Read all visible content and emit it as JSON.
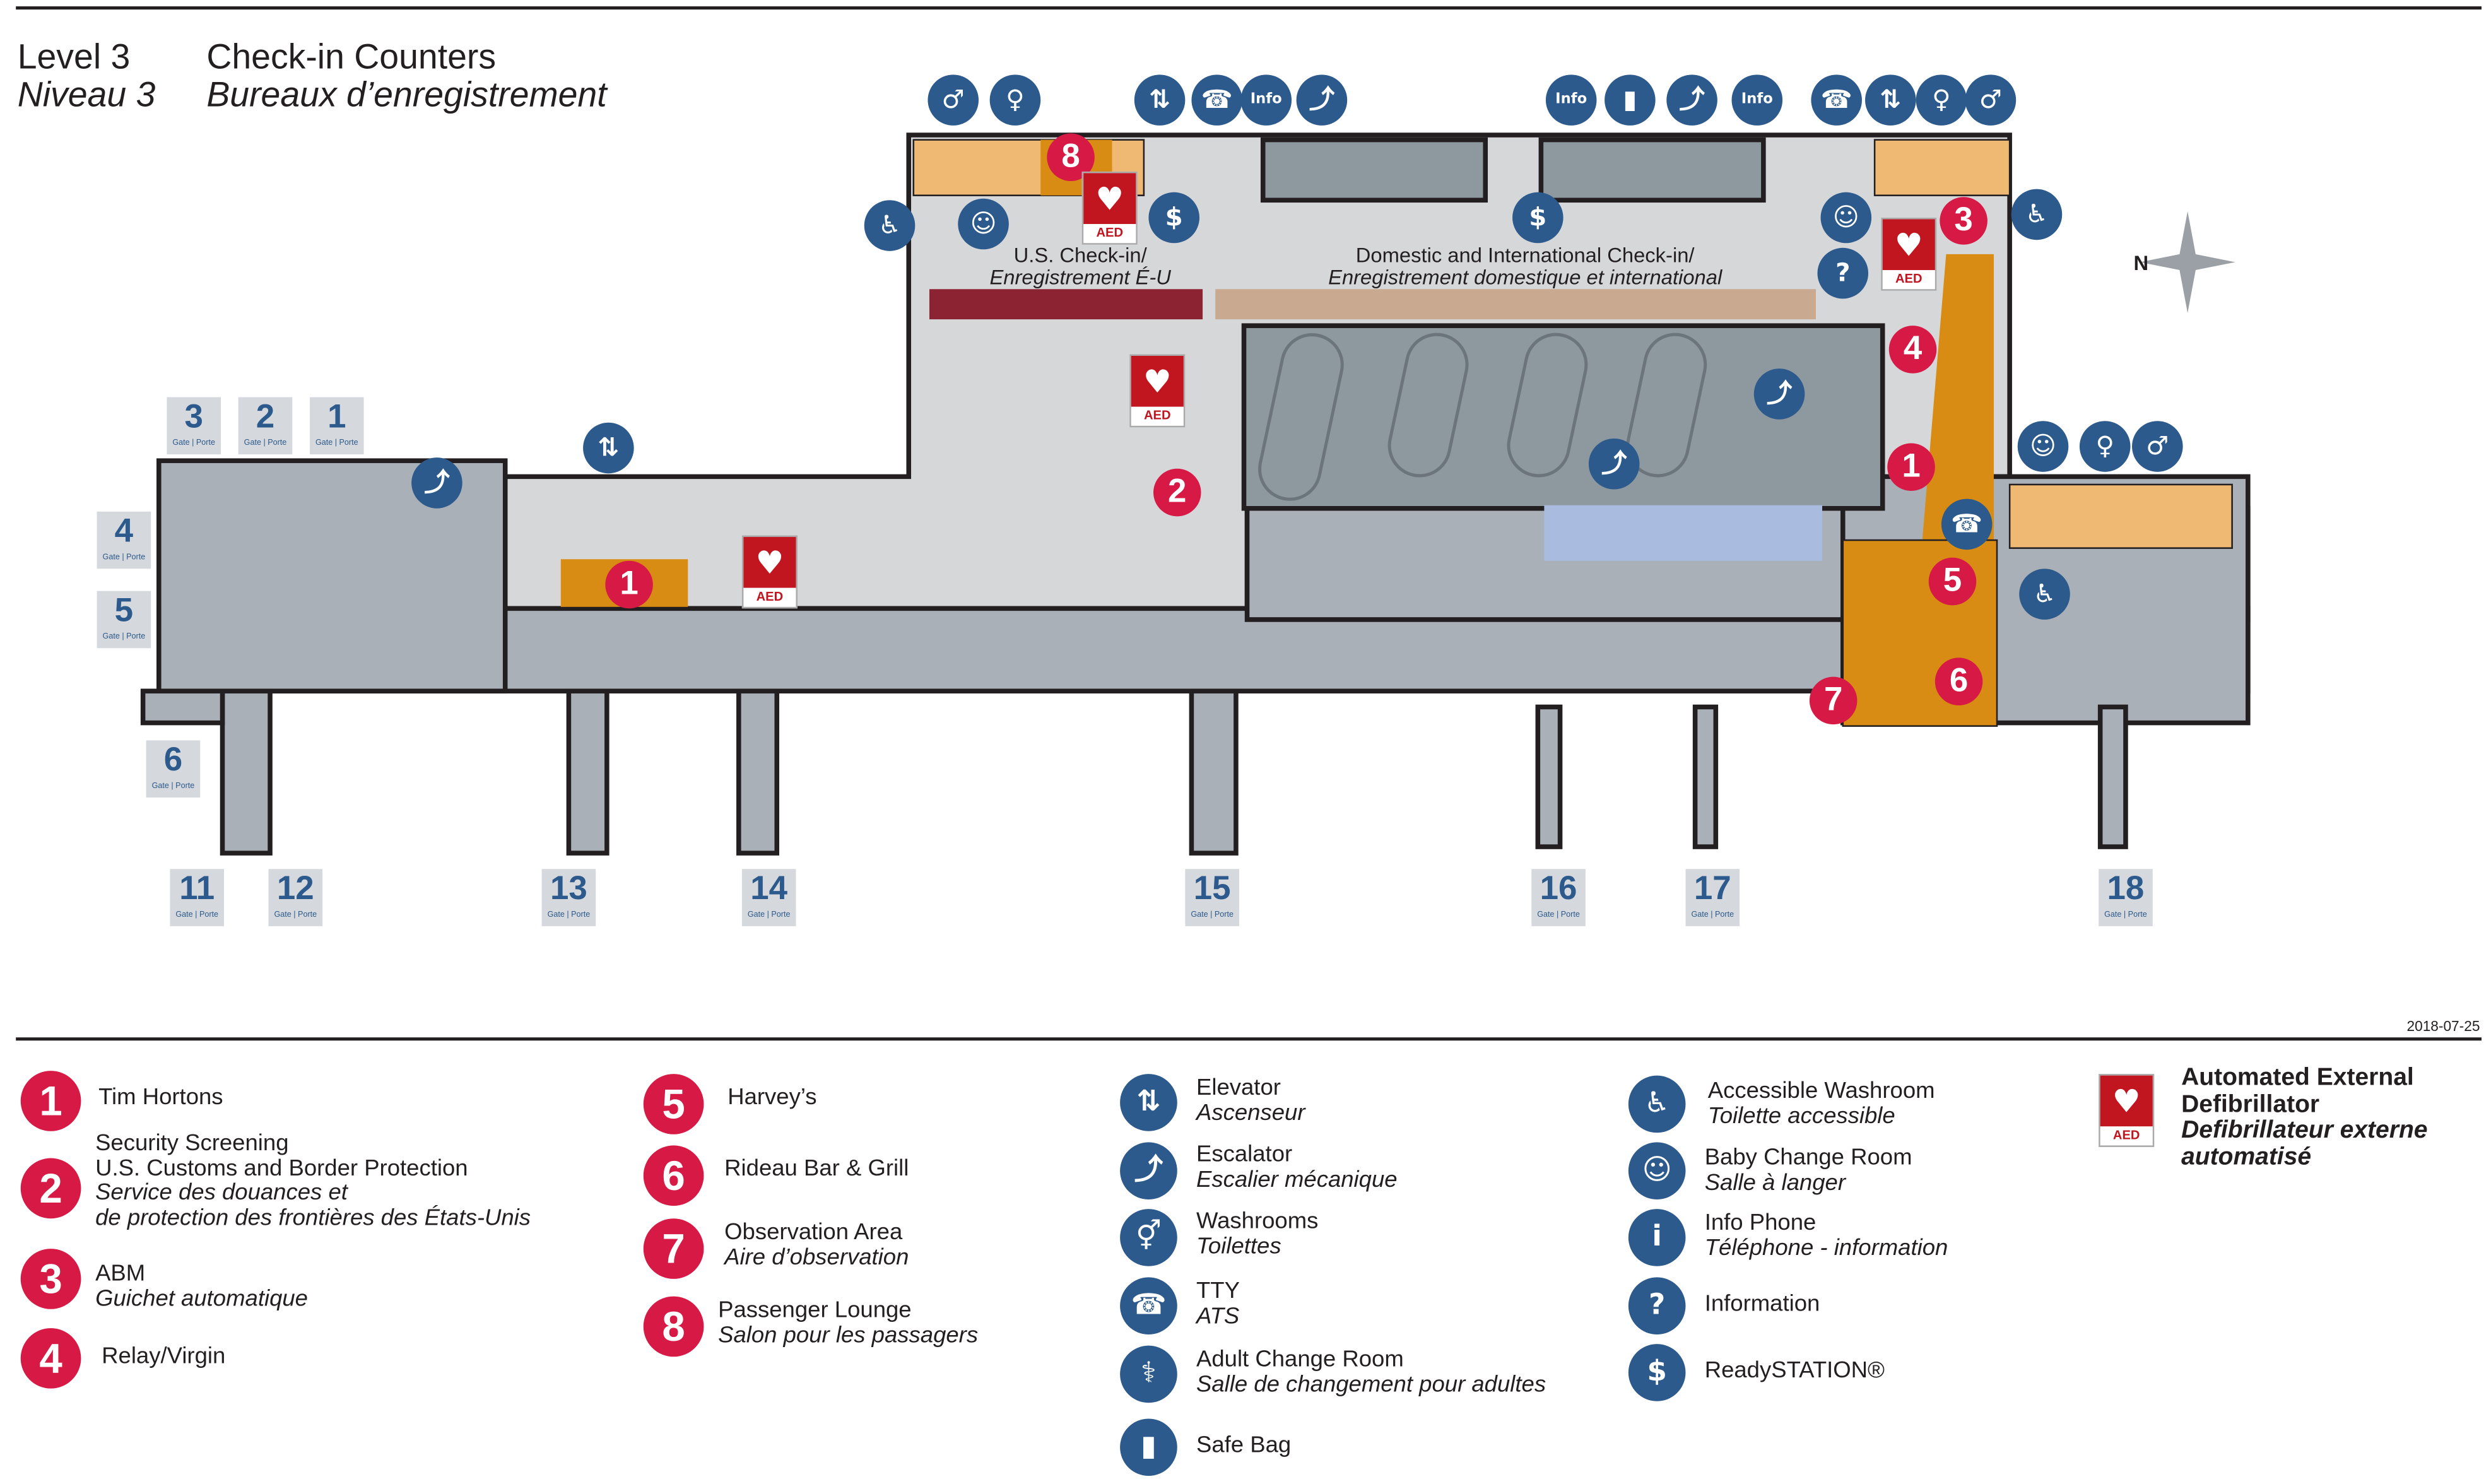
{
  "header": {
    "level_en": "Level 3",
    "level_fr": "Niveau 3",
    "title_en": "Check-in Counters",
    "title_fr": "Bureaux d’enregistrement"
  },
  "map": {
    "compass": "N",
    "us_checkin_en": "U.S. Check-in/",
    "us_checkin_fr": "Enregistrement É-U",
    "dom_checkin_en": "Domestic and International Check-in/",
    "dom_checkin_fr": "Enregistrement domestique et international",
    "aed_label": "AED",
    "gate_sub": "Gate | Porte",
    "gates": [
      "3",
      "2",
      "1",
      "4",
      "5",
      "6",
      "11",
      "12",
      "13",
      "14",
      "15",
      "16",
      "17",
      "18"
    ],
    "markers": [
      "8",
      "3",
      "4",
      "2",
      "1",
      "1",
      "5",
      "6",
      "7"
    ],
    "colors": {
      "icon_blue": "#2c5a8c",
      "marker_red": "#d71a45",
      "restaurant_orange": "#d98c13",
      "washroom_tan": "#efb873",
      "us_counter": "#8b2332",
      "dom_counter": "#c9a990",
      "aed_red": "#c1151f"
    }
  },
  "date": "2018-07-25",
  "legend": {
    "places": [
      {
        "num": "1",
        "en": "Tim Hortons",
        "fr": ""
      },
      {
        "num": "2",
        "pre": "Security Screening",
        "en": "U.S. Customs and Border Protection",
        "fr": "Service des douances et",
        "fr2": "de protection des frontières des États-Unis"
      },
      {
        "num": "3",
        "en": "ABM",
        "fr": "Guichet automatique"
      },
      {
        "num": "4",
        "en": "Relay/Virgin",
        "fr": ""
      },
      {
        "num": "5",
        "en": "Harvey’s",
        "fr": ""
      },
      {
        "num": "6",
        "en": "Rideau Bar & Grill",
        "fr": ""
      },
      {
        "num": "7",
        "en": "Observation Area",
        "fr": "Aire d’observation"
      },
      {
        "num": "8",
        "en": "Passenger Lounge",
        "fr": "Salon pour les passagers"
      }
    ],
    "services": [
      {
        "icon": "elevator-icon",
        "en": "Elevator",
        "fr": "Ascenseur"
      },
      {
        "icon": "escalator-icon",
        "en": "Escalator",
        "fr": "Escalier mécanique"
      },
      {
        "icon": "washrooms-icon",
        "en": "Washrooms",
        "fr": "Toilettes"
      },
      {
        "icon": "tty-icon",
        "en": "TTY",
        "fr": "ATS"
      },
      {
        "icon": "adult-change-room-icon",
        "en": "Adult Change Room",
        "fr": "Salle de changement pour adultes"
      },
      {
        "icon": "safe-bag-icon",
        "en": "Safe Bag",
        "fr": ""
      },
      {
        "icon": "accessible-washroom-icon",
        "en": "Accessible Washroom",
        "fr": "Toilette accessible"
      },
      {
        "icon": "baby-change-room-icon",
        "en": "Baby Change Room",
        "fr": "Salle à langer"
      },
      {
        "icon": "info-phone-icon",
        "en": "Info Phone",
        "fr": "Téléphone - information"
      },
      {
        "icon": "information-icon",
        "en": "Information",
        "fr": ""
      },
      {
        "icon": "readystation-icon",
        "en": "ReadySTATION®",
        "fr": ""
      }
    ],
    "aed": {
      "label": "AED",
      "en1": "Automated External",
      "en2": "Defibrillator",
      "fr1": "Defibrillateur externe",
      "fr2": "automatisé"
    }
  }
}
